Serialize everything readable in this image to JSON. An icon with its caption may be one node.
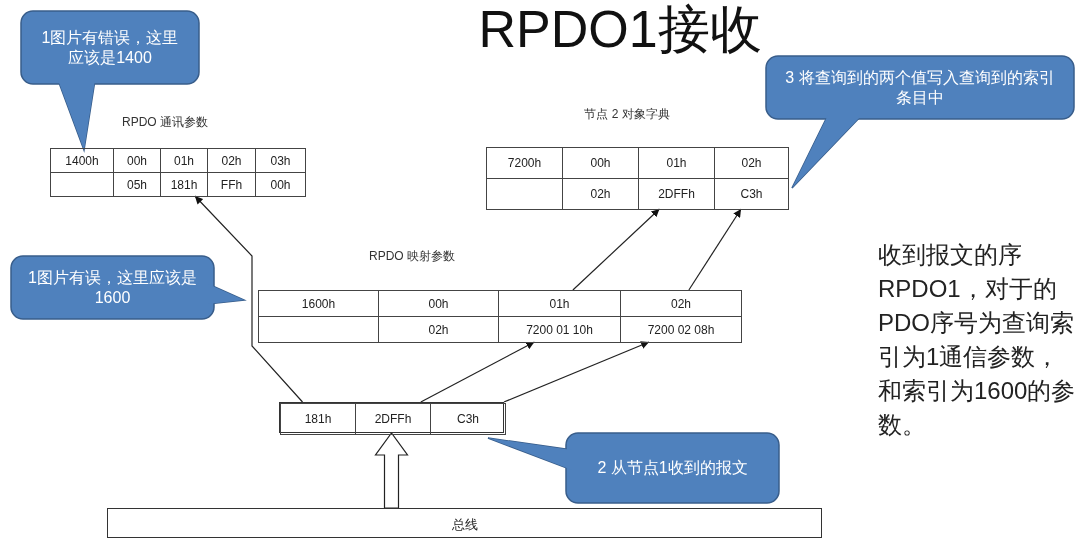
{
  "diagram": {
    "title": "RPDO1接收",
    "nodes": [
      {
        "text": [
          "1图片有错误，这里应该是1400"
        ]
      },
      {
        "text": [
          "RPDO 通讯参数"
        ]
      },
      {
        "text": [
          "1400h"
        ],
        "in": 1
      },
      {
        "text": [
          "00h"
        ],
        "in": 1
      },
      {
        "text": [
          "01h"
        ],
        "in": 1
      },
      {
        "text": [
          "02h"
        ],
        "in": 1
      },
      {
        "text": [
          "03h"
        ],
        "in": 1
      },
      {
        "text": [],
        "shape": "box",
        "in": 1
      },
      {
        "text": [
          "05h"
        ],
        "in": 1
      },
      {
        "text": [
          "181h"
        ],
        "in": 1
      },
      {
        "text": [
          "FFh"
        ],
        "in": 1
      },
      {
        "text": [
          "00h"
        ],
        "in": 1
      },
      {
        "text": [
          "节点 2 对象字典"
        ]
      },
      {
        "text": [
          "7200h"
        ],
        "in": 12
      },
      {
        "text": [
          "00h"
        ],
        "in": 12
      },
      {
        "text": [
          "01h"
        ],
        "in": 12
      },
      {
        "text": [
          "02h"
        ],
        "in": 12
      },
      {
        "text": [],
        "shape": "box",
        "in": 12
      },
      {
        "text": [
          "02h"
        ],
        "in": 12
      },
      {
        "text": [
          "2DFFh"
        ],
        "in": 12
      },
      {
        "text": [
          "C3h"
        ],
        "in": 12
      },
      {
        "text": [
          "3 将查询到的两个值写入查询到的索引条目中"
        ]
      },
      {
        "text": [
          "1图片有误，这里应该是1600"
        ]
      },
      {
        "text": [
          "RPDO 映射参数"
        ]
      },
      {
        "text": [
          "1600h"
        ],
        "in": 23
      },
      {
        "text": [
          "00h"
        ],
        "in": 23
      },
      {
        "text": [
          "01h"
        ],
        "in": 23
      },
      {
        "text": [
          "02h"
        ],
        "in": 23
      },
      {
        "text": [],
        "shape": "box",
        "in": 23
      },
      {
        "text": [
          "02h"
        ],
        "in": 23
      },
      {
        "text": [
          "7200 01 10h"
        ],
        "in": 23
      },
      {
        "text": [
          "7200 02 08h"
        ],
        "in": 23
      },
      {
        "text": [],
        "shape": "box"
      },
      {
        "text": [
          "181h"
        ],
        "in": 32
      },
      {
        "text": [
          "2DFFh"
        ],
        "in": 32
      },
      {
        "text": [
          "C3h"
        ],
        "in": 32
      },
      {
        "text": [
          "2 从节点1收到的报文"
        ]
      },
      {
        "text": [
          "总线"
        ]
      }
    ],
    "edges": [
      {
        "from": 33,
        "to": 9,
        "arrow": "to"
      },
      {
        "from": 34,
        "to": 30,
        "arrow": "to"
      },
      {
        "from": 35,
        "to": 31,
        "arrow": "to"
      },
      {
        "from": 26,
        "to": 19,
        "arrow": "to"
      },
      {
        "from": 27,
        "to": 20,
        "arrow": "to"
      },
      {
        "from": 37,
        "to": 32,
        "arrow": "to",
        "style": "thick"
      }
    ],
    "labels": [
      "收到报文的序RPDO1，对于的PDO序号为查询索引为1通信参数，和索引为1600的参数。"
    ]
  }
}
